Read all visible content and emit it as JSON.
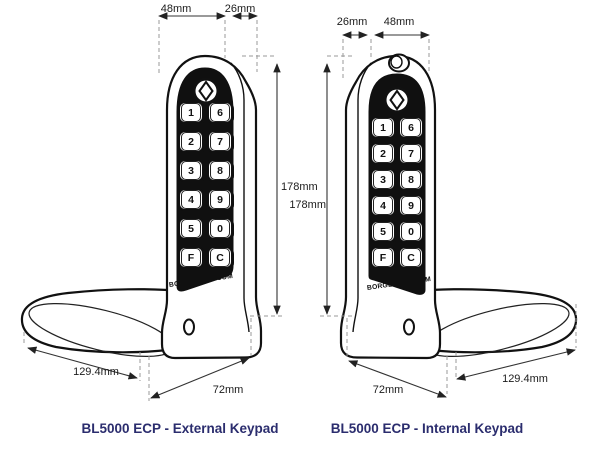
{
  "page": {
    "background": "#ffffff",
    "ink": "#111111",
    "dim_color": "#1c1c1c",
    "caption_color": "#2b2d6e"
  },
  "icons": {
    "logo": "borg-logo-icon (diamond in circle)"
  },
  "left_lock": {
    "caption": "BL5000 ECP - External Keypad",
    "brand": "BORGLOCKS.COM",
    "dims": {
      "width": "48mm",
      "depth": "26mm",
      "height": "178mm",
      "handle_length": "129.4mm",
      "base_width": "72mm"
    },
    "keys": [
      [
        "1",
        "6"
      ],
      [
        "2",
        "7"
      ],
      [
        "3",
        "8"
      ],
      [
        "4",
        "9"
      ],
      [
        "5",
        "0"
      ],
      [
        "F",
        "C"
      ]
    ]
  },
  "right_lock": {
    "caption": "BL5000 ECP - Internal Keypad",
    "brand": "BORGLOCKS.COM",
    "dims": {
      "depth": "26mm",
      "width": "48mm",
      "height": "178mm",
      "base_width": "72mm",
      "handle_length": "129.4mm"
    },
    "keys": [
      [
        "1",
        "6"
      ],
      [
        "2",
        "7"
      ],
      [
        "3",
        "8"
      ],
      [
        "4",
        "9"
      ],
      [
        "5",
        "0"
      ],
      [
        "F",
        "C"
      ]
    ]
  }
}
